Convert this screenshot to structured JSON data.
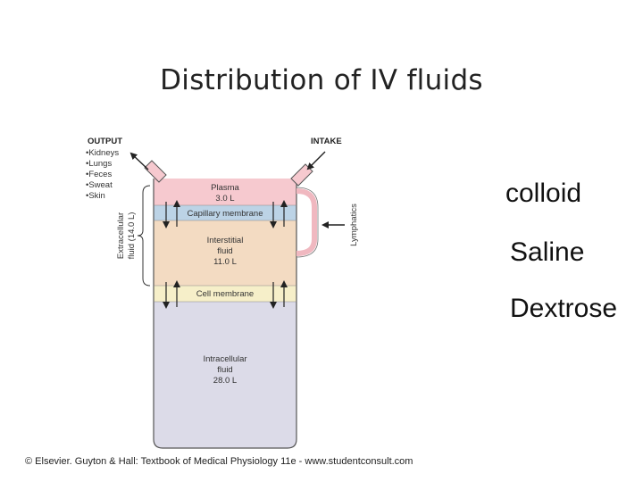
{
  "title": "Distribution of IV fluids",
  "options": [
    "colloid",
    "Saline",
    "Dextrose"
  ],
  "diagram": {
    "output_heading": "OUTPUT",
    "output_items": [
      "•Kidneys",
      "•Lungs",
      "•Feces",
      "•Sweat",
      "•Skin"
    ],
    "intake_heading": "INTAKE",
    "plasma_label": "Plasma",
    "plasma_volume": "3.0 L",
    "capillary_membrane": "Capillary membrane",
    "interstitial_label_1": "Interstitial",
    "interstitial_label_2": "fluid",
    "interstitial_volume": "11.0 L",
    "cell_membrane": "Cell membrane",
    "intracellular_label_1": "Intracellular",
    "intracellular_label_2": "fluid",
    "intracellular_volume": "28.0 L",
    "extracellular_label_1": "Extracellular",
    "extracellular_label_2": "fluid (14.0 L)",
    "lymphatics_label": "Lymphatics"
  },
  "credit": "© Elsevier. Guyton & Hall: Textbook of Medical Physiology 11e - www.studentconsult.com",
  "colors": {
    "plasma": "#f6c9cf",
    "capillary": "#bcd3e6",
    "interstitial": "#f3dbc2",
    "cell_membrane": "#f6efc9",
    "intracellular": "#dcdbe8",
    "outline": "#555555"
  }
}
